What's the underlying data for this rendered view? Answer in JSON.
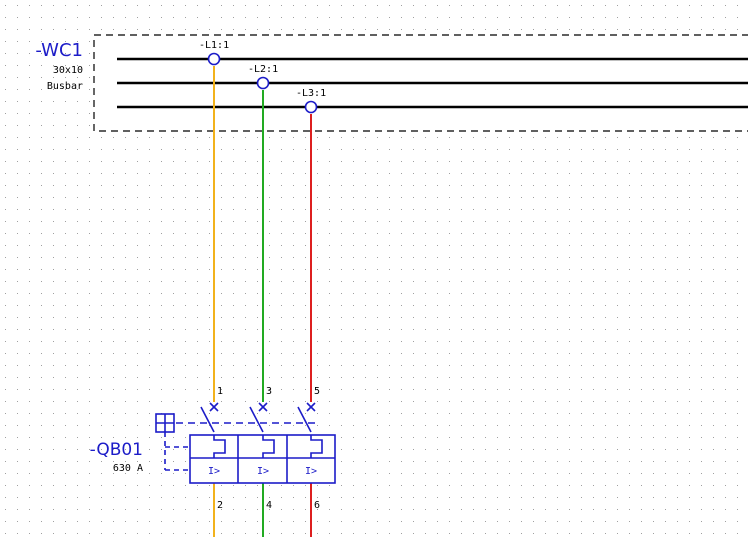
{
  "busbar": {
    "tag": "-WC1",
    "size": "30x10",
    "type": "Busbar"
  },
  "taps": [
    {
      "label": "-L1:1",
      "color": "#f2b21c"
    },
    {
      "label": "-L2:1",
      "color": "#22aa22"
    },
    {
      "label": "-L3:1",
      "color": "#dd1f1f"
    }
  ],
  "breaker": {
    "tag": "-QB01",
    "rating": "630 A",
    "terminals_in": [
      "1",
      "3",
      "5"
    ],
    "terminals_out": [
      "2",
      "4",
      "6"
    ],
    "trip_label": "I>"
  },
  "colors": {
    "symbol": "#1c1cc8",
    "busbar": "#000000",
    "grid": "#a0a0a0"
  }
}
